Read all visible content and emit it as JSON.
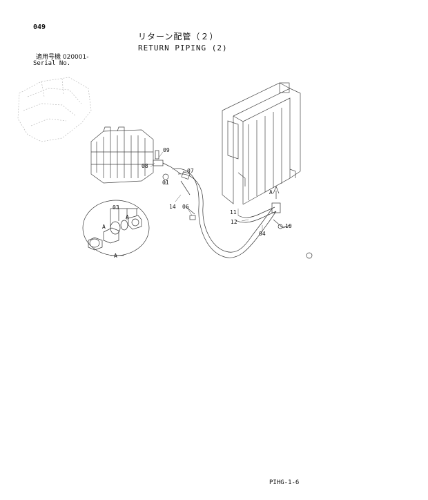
{
  "header": {
    "page_number": "049",
    "title_jp": "リターン配管（２）",
    "title_en": "RETURN PIPING (2)",
    "serial_jp": "適用号機  020001-",
    "serial_en": "Serial No."
  },
  "diagram": {
    "callouts": [
      "09",
      "08",
      "07",
      "01",
      "14",
      "06",
      "03",
      "A",
      "A",
      "A",
      "11",
      "12",
      "10",
      "04",
      "A"
    ]
  },
  "footer": {
    "code": "PIHG-1-6"
  }
}
